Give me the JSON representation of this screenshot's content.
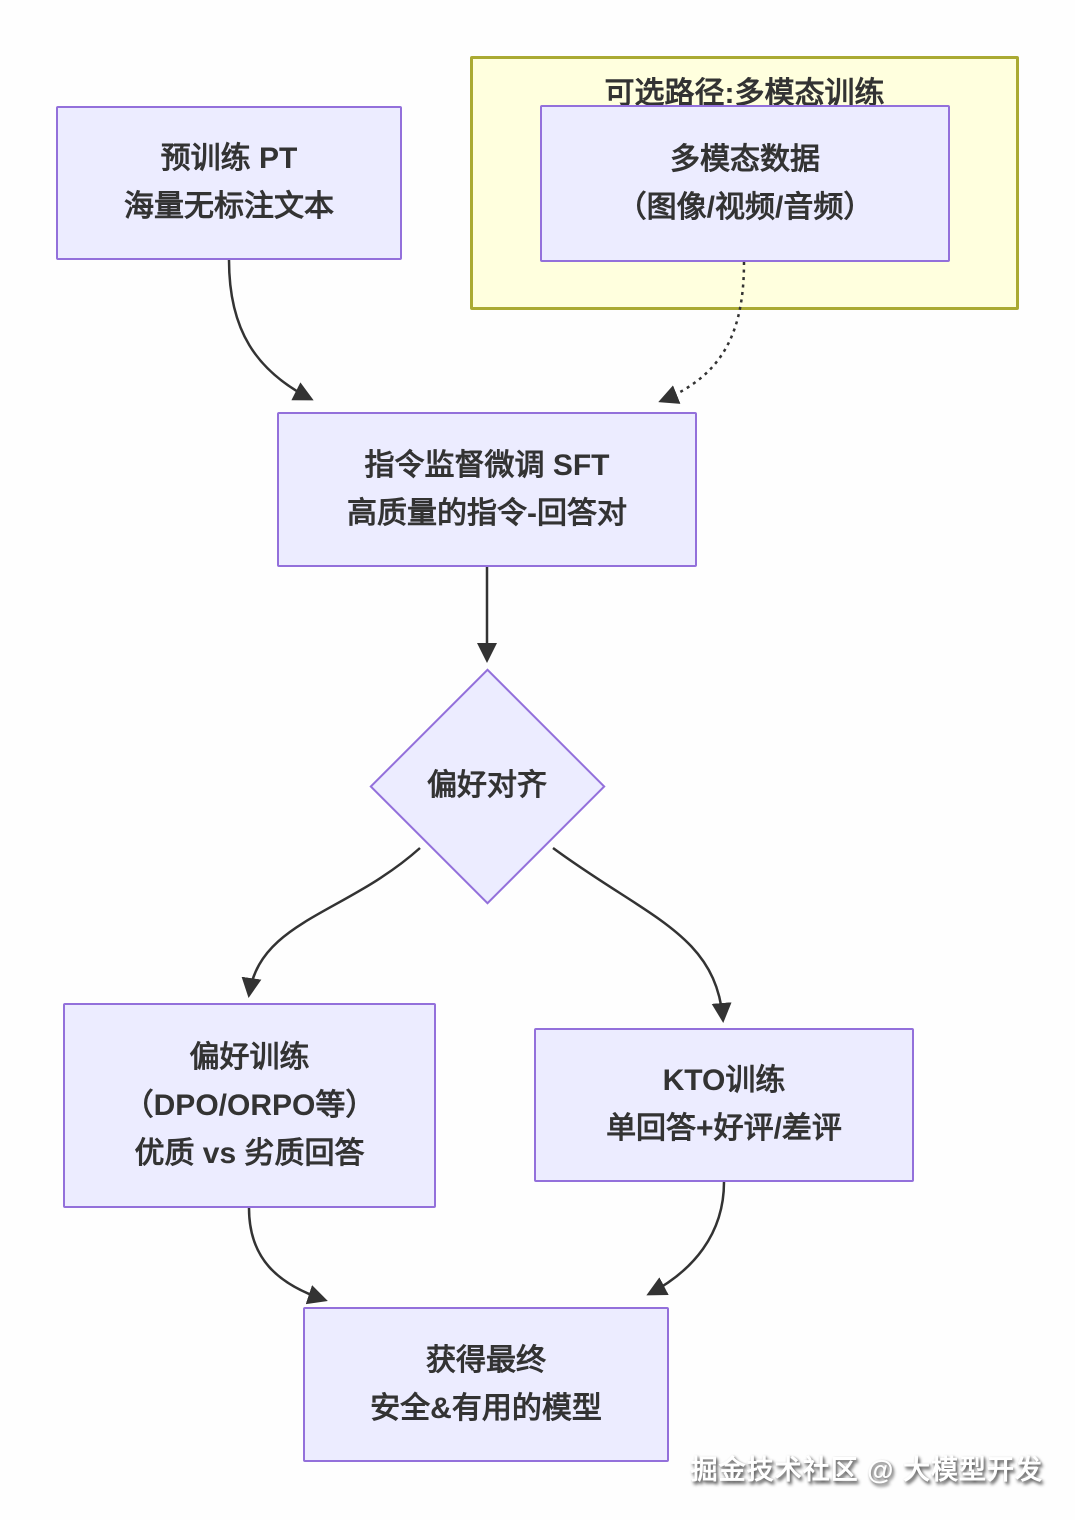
{
  "colors": {
    "node-fill": "#ECECFF",
    "node-border": "#9370DB",
    "group-fill": "#FFFFDE",
    "group-border": "#AAAA33",
    "edge": "#333333",
    "text": "#333333",
    "bg": "#FEFEFE"
  },
  "nodes": {
    "pretrain": {
      "line1": "预训练 PT",
      "line2": "海量无标注文本"
    },
    "multimodal": {
      "line1": "多模态数据",
      "line2": "（图像/视频/音频）"
    },
    "sft": {
      "line1": "指令监督微调 SFT",
      "line2": "高质量的指令-回答对"
    },
    "decision": {
      "label": "偏好对齐"
    },
    "preference": {
      "line1": "偏好训练",
      "line2": "（DPO/ORPO等）",
      "line3": "优质 vs 劣质回答"
    },
    "kto": {
      "line1": "KTO训练",
      "line2": "单回答+好评/差评"
    },
    "final": {
      "line1": "获得最终",
      "line2": "安全&有用的模型"
    }
  },
  "group": {
    "title": "可选路径:多模态训练"
  },
  "watermark": "掘金技术社区 @ 大模型开发"
}
